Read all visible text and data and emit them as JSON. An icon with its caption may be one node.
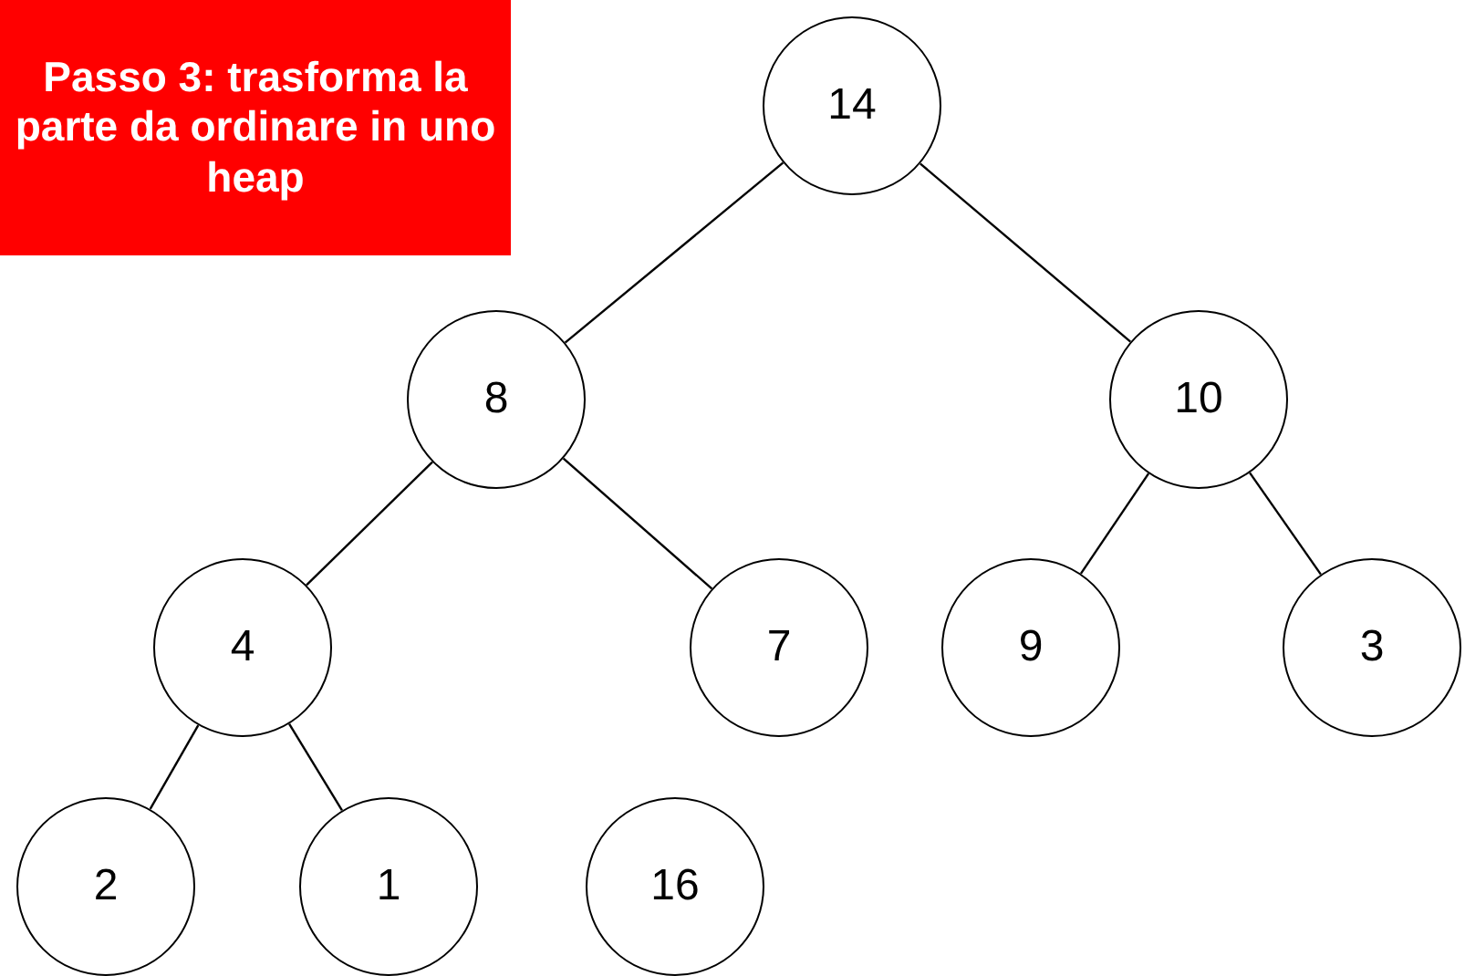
{
  "diagram": {
    "nodes": [
      {
        "text": [
          "Passo 3: trasforma la parte da ordinare in uno heap"
        ]
      },
      {
        "text": [
          "14"
        ]
      },
      {
        "text": [
          "8"
        ]
      },
      {
        "text": [
          "10"
        ]
      },
      {
        "text": [
          "4"
        ]
      },
      {
        "text": [
          "7"
        ]
      },
      {
        "text": [
          "9"
        ]
      },
      {
        "text": [
          "3"
        ]
      },
      {
        "text": [
          "2"
        ]
      },
      {
        "text": [
          "1"
        ]
      },
      {
        "text": [
          "16"
        ]
      }
    ],
    "edges": [
      {
        "from": 1,
        "to": 2,
        "arrow": "none"
      },
      {
        "from": 1,
        "to": 3,
        "arrow": "none"
      },
      {
        "from": 2,
        "to": 4,
        "arrow": "none"
      },
      {
        "from": 2,
        "to": 5,
        "arrow": "none"
      },
      {
        "from": 3,
        "to": 6,
        "arrow": "none"
      },
      {
        "from": 3,
        "to": 7,
        "arrow": "none"
      },
      {
        "from": 4,
        "to": 8,
        "arrow": "none"
      },
      {
        "from": 4,
        "to": 9,
        "arrow": "none"
      }
    ]
  }
}
